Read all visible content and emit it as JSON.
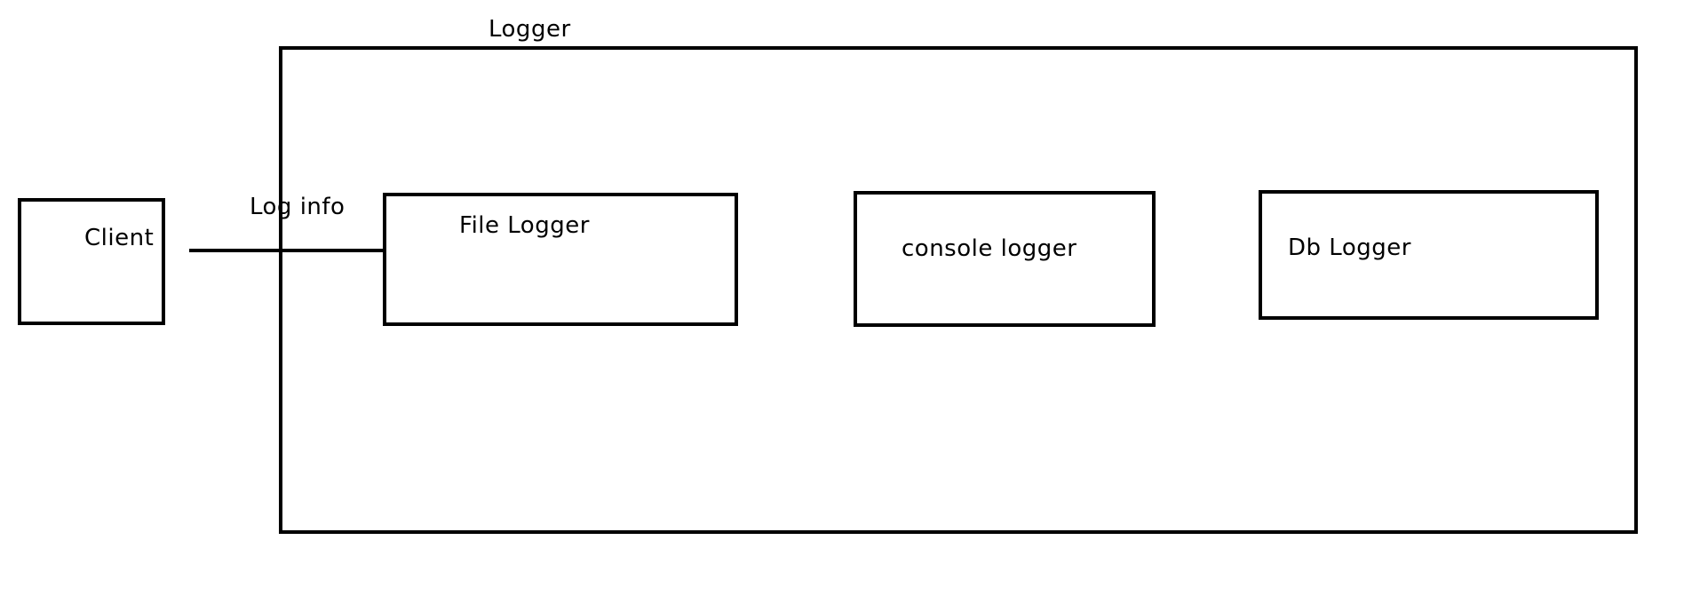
{
  "diagram": {
    "container": {
      "title": "Logger"
    },
    "client": {
      "label": "Client"
    },
    "connector": {
      "label": "Log info"
    },
    "loggers": [
      {
        "label": "File Logger"
      },
      {
        "label": "console logger"
      },
      {
        "label": "Db Logger"
      }
    ]
  }
}
